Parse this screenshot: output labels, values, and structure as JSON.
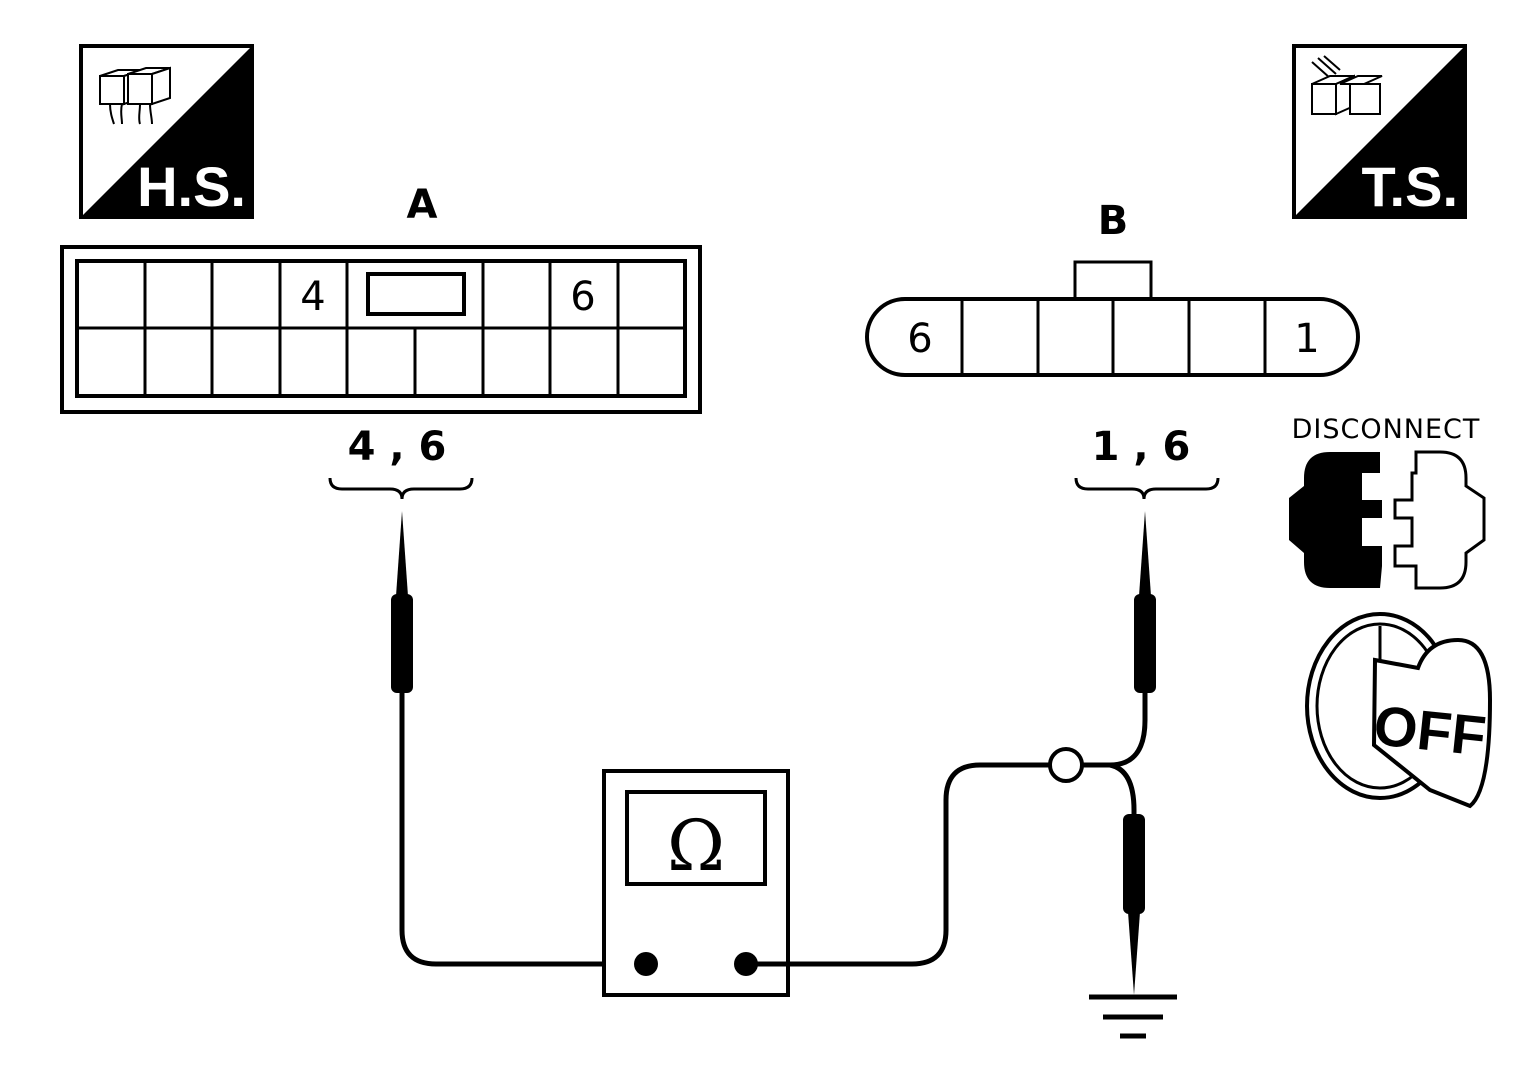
{
  "badges": {
    "harness_side": "H.S.",
    "terminal_side": "T.S."
  },
  "connector_a": {
    "label": "A",
    "pin_labels": [
      "4",
      "6"
    ],
    "terminals": "4 , 6"
  },
  "connector_b": {
    "label": "B",
    "pin_labels": [
      "6",
      "1"
    ],
    "terminals": "1 , 6"
  },
  "condition": {
    "disconnect_label": "DISCONNECT",
    "ignition_label": "OFF"
  },
  "meter": {
    "symbol": "Ω"
  }
}
